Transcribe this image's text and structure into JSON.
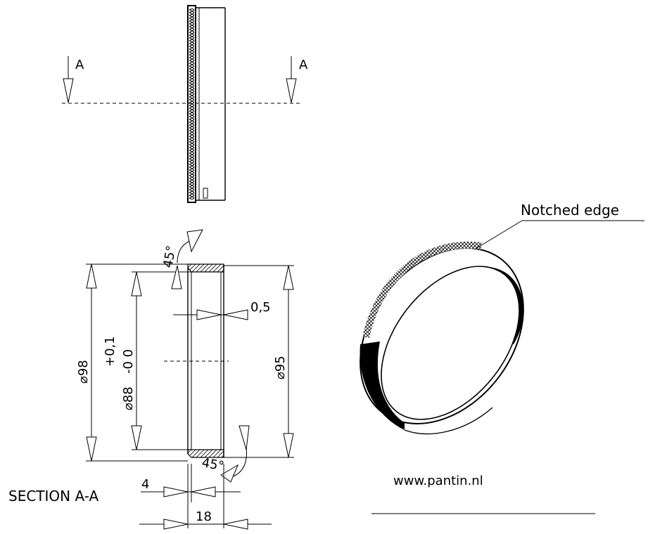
{
  "section_arrows": {
    "left_label": "A",
    "right_label": "A"
  },
  "section_title": "SECTION A-A",
  "dimensions": {
    "outer_diameter": "⌀98",
    "inner_diameter": "⌀88",
    "tolerance_upper": "+0,1",
    "tolerance_lower": "-0 0",
    "lip_diameter": "⌀95",
    "wall_thickness": "0,5",
    "chamfer_top": "45°",
    "chamfer_bottom": "45°",
    "lip_width": "4",
    "overall_width": "18"
  },
  "isometric": {
    "callout": "Notched edge"
  },
  "website": "www.pantin.nl"
}
